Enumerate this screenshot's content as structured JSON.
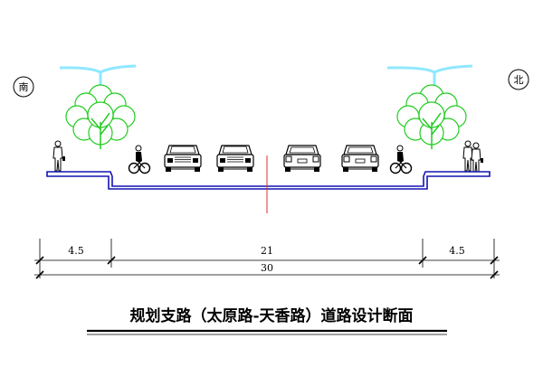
{
  "compass": {
    "left": "南",
    "right": "北"
  },
  "dimensions": {
    "sidewalk_left": "4.5",
    "roadway": "21",
    "sidewalk_right": "4.5",
    "total": "30"
  },
  "title": "规划支路（太原路-天香路）道路设计断面",
  "colors": {
    "road_outline": "#1414b4",
    "centerline": "#e03030",
    "tree": "#22cc22",
    "streetlight": "#8fe8ff",
    "line": "#000000"
  },
  "icons": [
    "pedestrian-icon",
    "tree-icon",
    "streetlight-icon",
    "cyclist-icon",
    "car-front-icon",
    "car-rear-icon"
  ]
}
